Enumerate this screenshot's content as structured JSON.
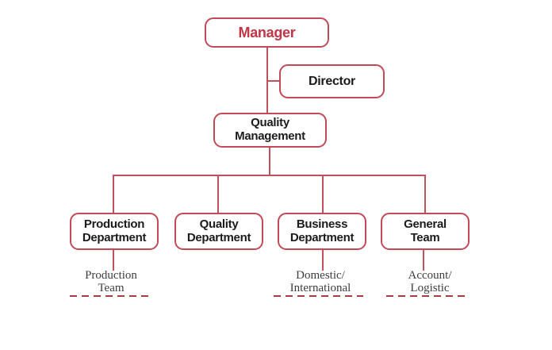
{
  "diagram": {
    "type": "org-chart",
    "nodes": {
      "manager": {
        "label": "Manager"
      },
      "director": {
        "label": "Director"
      },
      "quality_management": {
        "line1": "Quality",
        "line2": "Management"
      }
    },
    "departments": [
      {
        "line1": "Production",
        "line2": "Department",
        "sub1": "Production",
        "sub2": "Team"
      },
      {
        "line1": "Quality",
        "line2": "Department"
      },
      {
        "line1": "Business",
        "line2": "Department",
        "sub1": "Domestic/",
        "sub2": "International"
      },
      {
        "line1": "General",
        "line2": "Team",
        "sub1": "Account/",
        "sub2": "Logistic"
      }
    ],
    "colors": {
      "box_border": "#c24a58",
      "connector_line": "#c05260",
      "manager_text": "#c23545",
      "box_text": "#1b1b1b",
      "sub_text": "#3d3d3d",
      "dashed_line": "#a83b44",
      "background": "#ffffff"
    }
  }
}
